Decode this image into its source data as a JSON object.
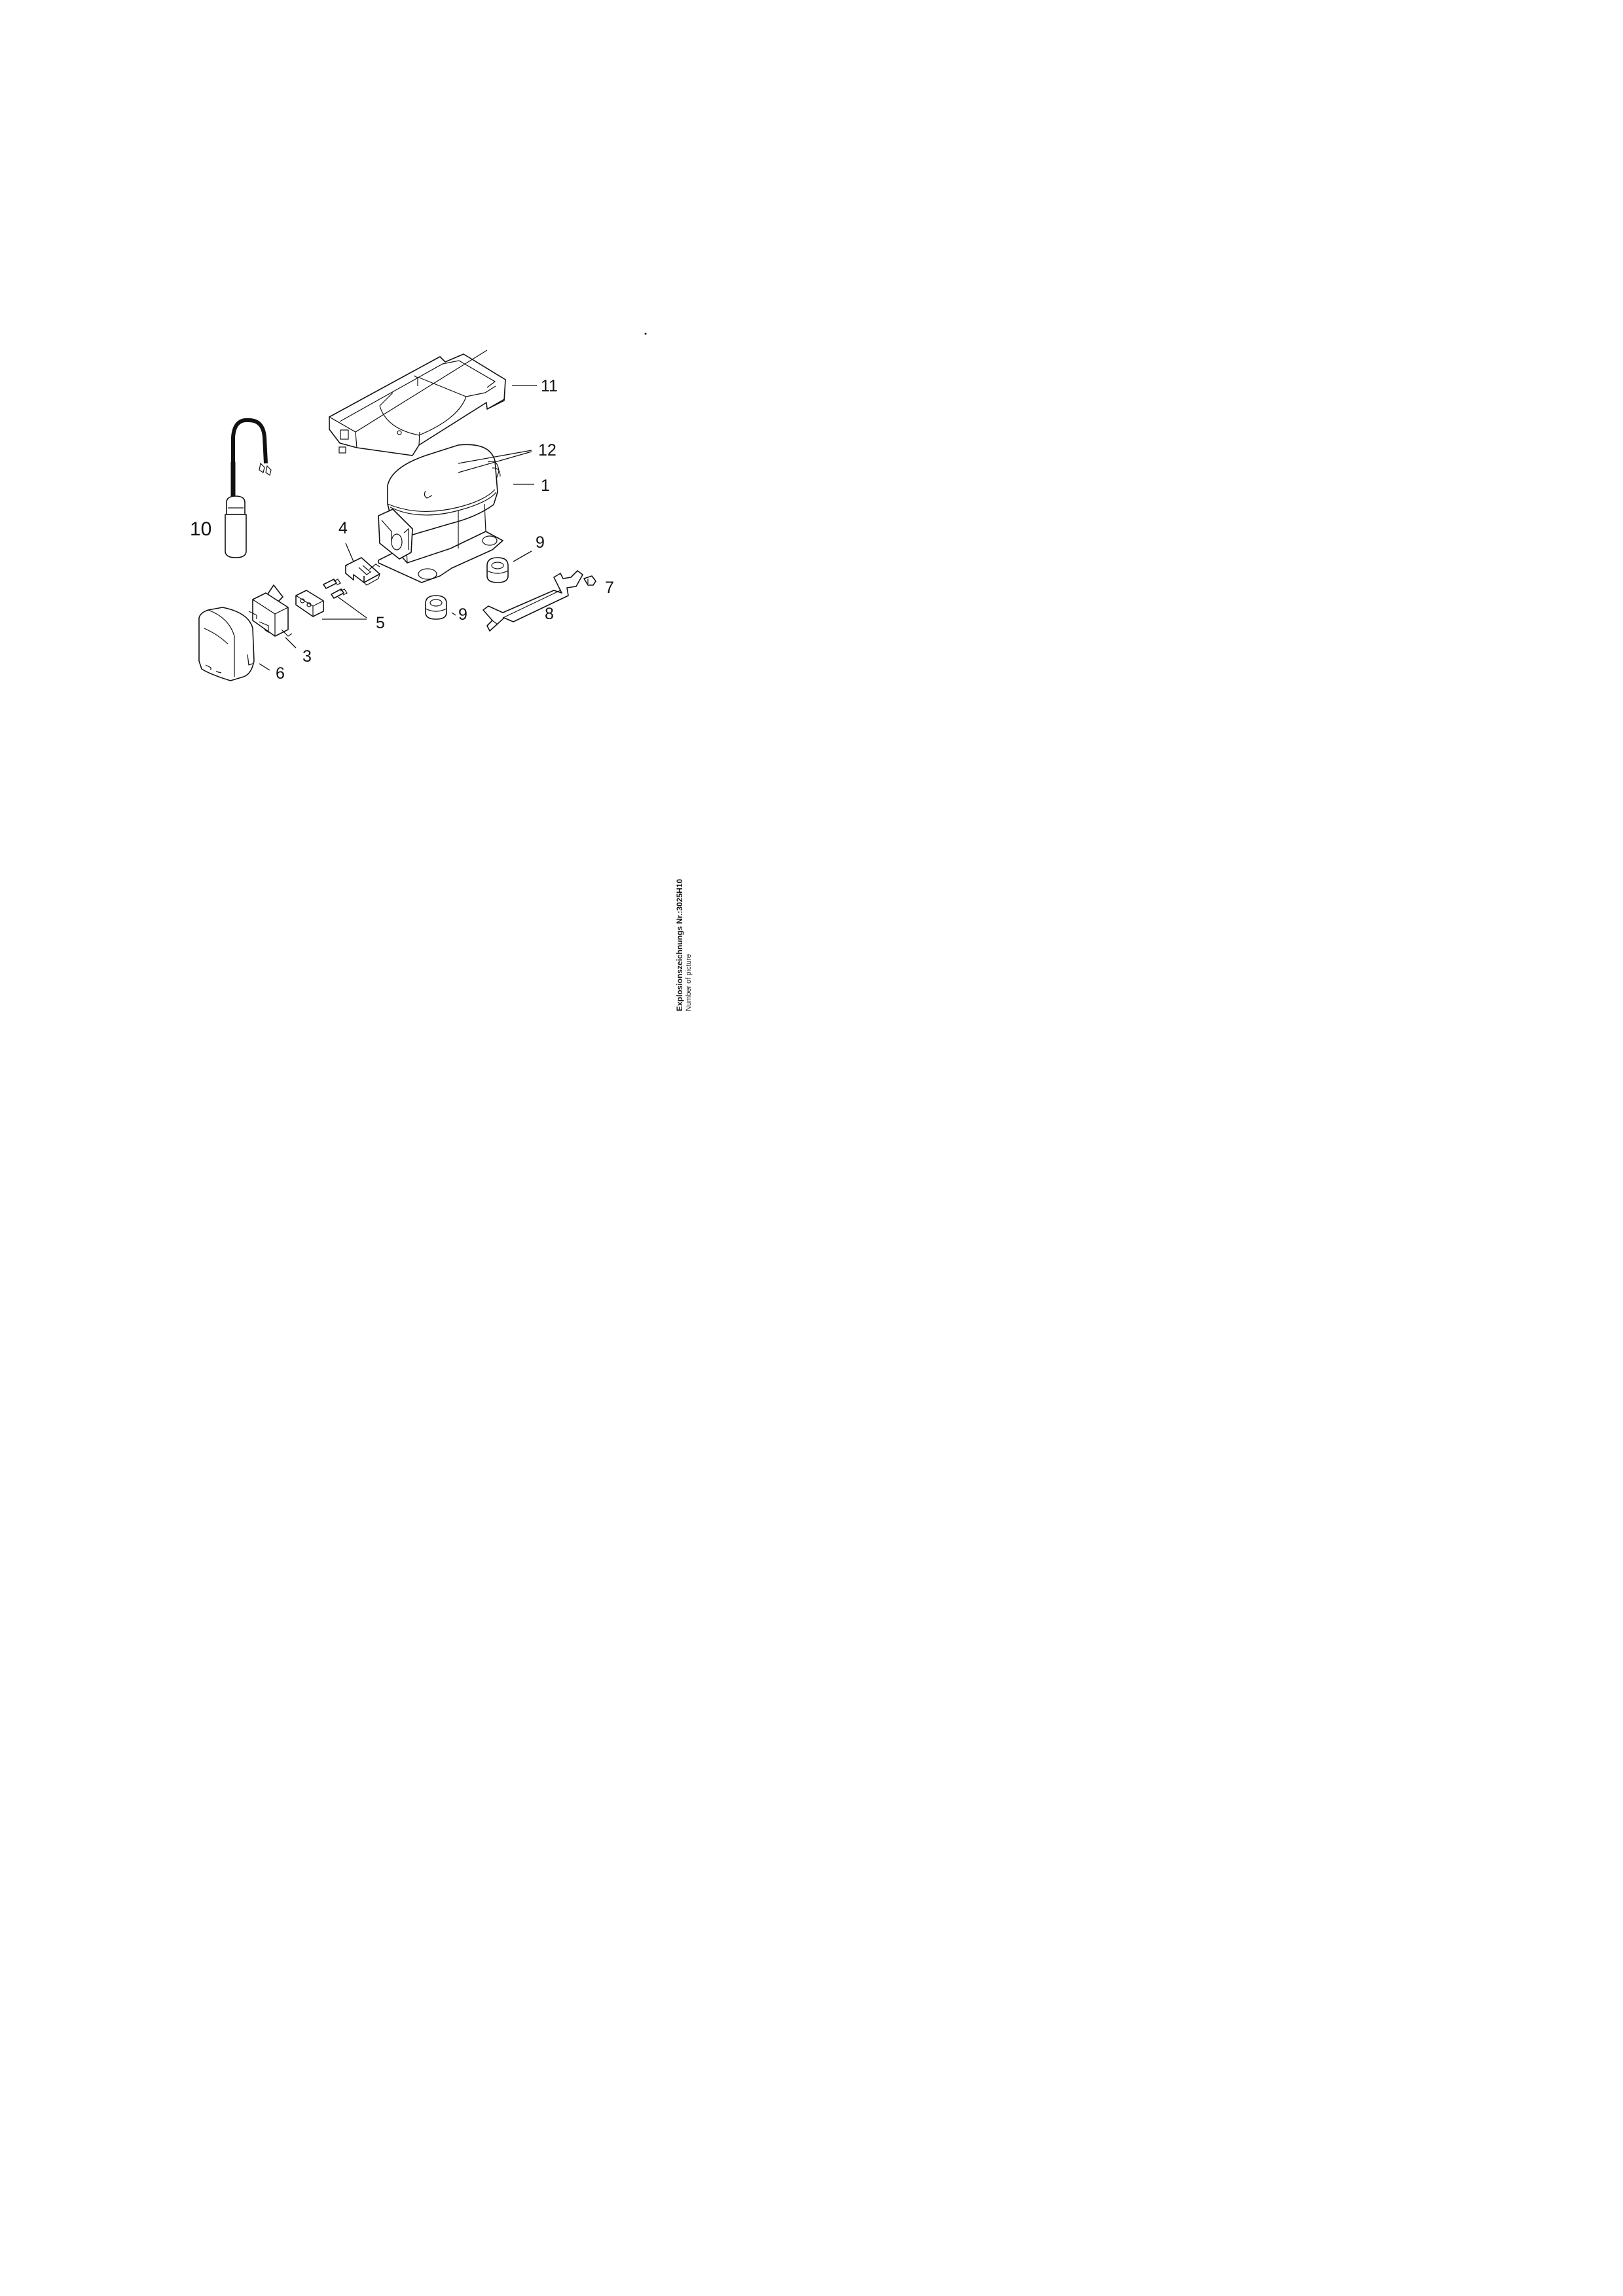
{
  "callouts": {
    "c1": "1",
    "c3": "3",
    "c4": "4",
    "c5": "5",
    "c6": "6",
    "c7": "7",
    "c8": "8",
    "c9a": "9",
    "c9b": "9",
    "c10": "10",
    "c11": "11",
    "c12": "12"
  },
  "caption": {
    "line1": "Explosionszeichnungs Nr.:3025H10",
    "line2": "Number of picture"
  }
}
